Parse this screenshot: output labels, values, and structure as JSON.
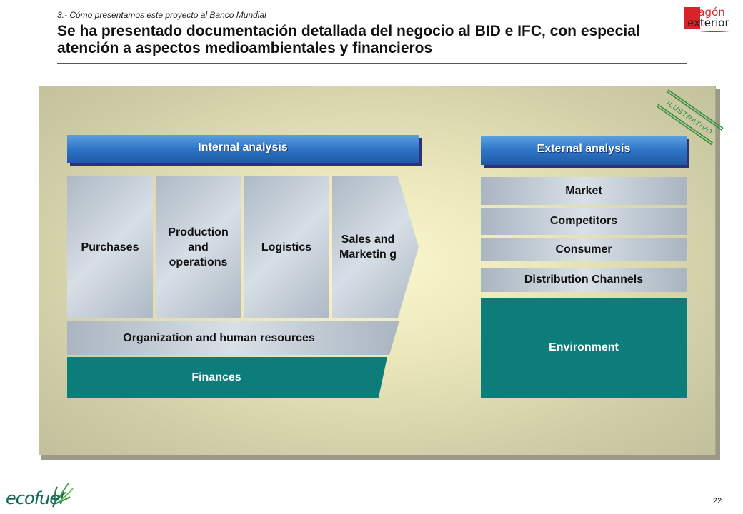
{
  "header": {
    "subtitle": "3.- Cómo presentamos este proyecto al Banco Mundial",
    "title": "Se ha presentado documentación detallada del negocio al BID e IFC, con especial atención a aspectos medioambientales y financieros"
  },
  "logos": {
    "top_right_line1": "aragón",
    "top_right_line2": "exterior",
    "bottom_left": "ecofuel"
  },
  "stamp": "ILUSTRATIVO",
  "internal": {
    "header": "Internal analysis",
    "blocks": [
      "Purchases",
      "Production and operations",
      "Logistics",
      "Sales and Marketin g"
    ],
    "organization": "Organization and human resources",
    "finances": "Finances"
  },
  "external": {
    "header": "External analysis",
    "items": [
      "Market",
      "Competitors",
      "Consumer",
      "Distribution Channels"
    ],
    "environment": "Environment"
  },
  "page_number": "22",
  "colors": {
    "teal": "#0d7d7c",
    "header_blue": "#2e74c6",
    "brand_red": "#d8232a",
    "eco_green": "#0d6b55"
  }
}
